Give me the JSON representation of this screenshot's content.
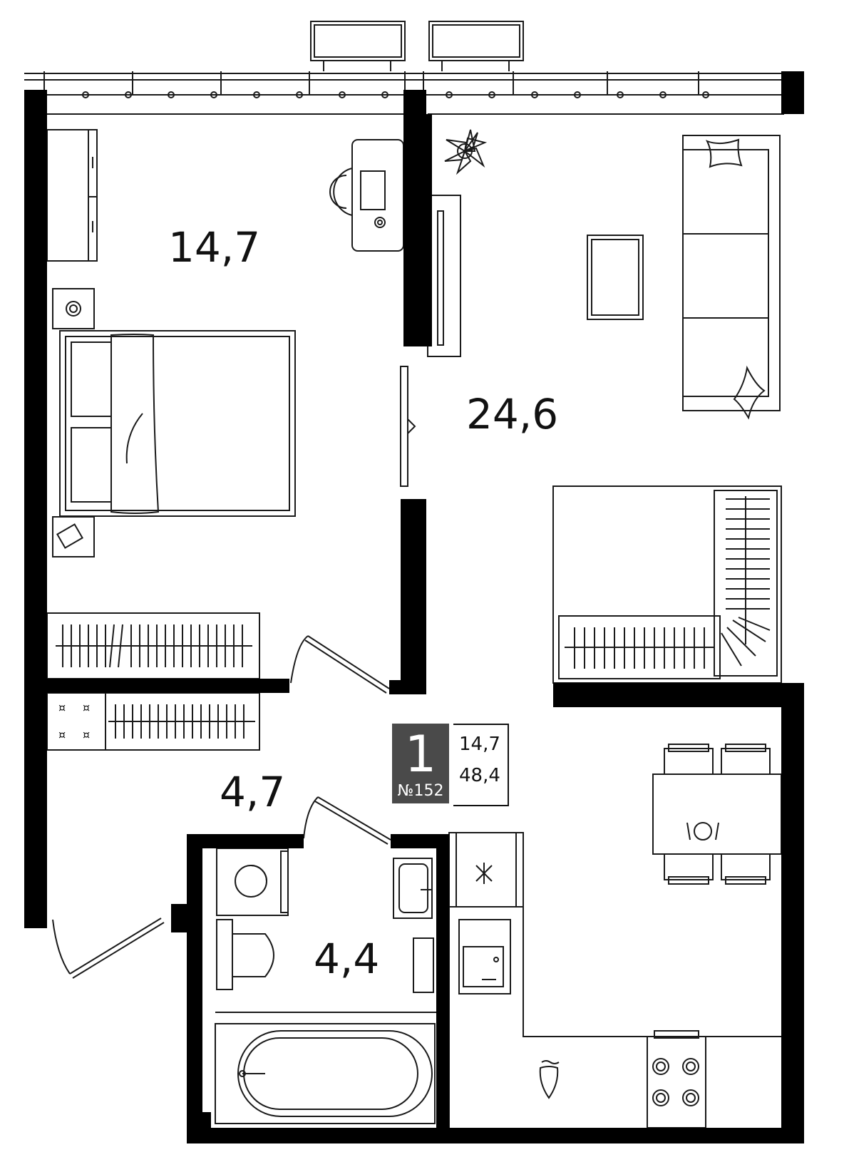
{
  "rooms": {
    "bedroom_area": "14,7",
    "living_area": "24,6",
    "hall_area": "4,7",
    "bath_area": "4,4"
  },
  "badge": {
    "rooms_count": "1",
    "unit_number": "№152"
  },
  "summary": {
    "living_total": "14,7",
    "total_area": "48,4"
  },
  "colors": {
    "wall": "#000000",
    "line": "#1a1a1a",
    "badge_bg": "#4a4a4a",
    "background": "#ffffff"
  }
}
